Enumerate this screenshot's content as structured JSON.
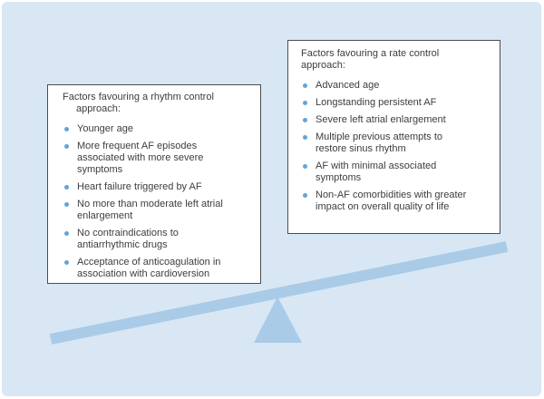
{
  "figure": {
    "description": "Seesaw balance diagram weighing factors for rhythm control versus rate control approach in AF"
  },
  "colors": {
    "page_background": "#ffffff",
    "panel_background": "#d9e7f4",
    "seesaw": "#a9cbe8",
    "box_background": "#ffffff",
    "box_border": "#4d4d4f",
    "text": "#3d3d3f",
    "bullet": "#66a3d4"
  },
  "boxes": {
    "rhythm_control": {
      "title": "Factors favouring a rhythm control\napproach:",
      "items": [
        "Younger age",
        "More frequent AF episodes\nassociated with more severe\nsymptoms",
        "Heart failure triggered by AF",
        "No more than moderate left atrial\nenlargement",
        "No contraindications to\nantiarrhythmic drugs",
        "Acceptance of anticoagulation in\nassociation with cardioversion"
      ]
    },
    "rate_control": {
      "title": "Factors favouring a rate control\napproach:",
      "items": [
        "Advanced age",
        "Longstanding persistent AF",
        "Severe left atrial enlargement",
        "Multiple previous attempts to\nrestore sinus rhythm",
        "AF with minimal associated\nsymptoms",
        "Non-AF comorbidities with greater\nimpact on overall quality of life"
      ]
    }
  }
}
